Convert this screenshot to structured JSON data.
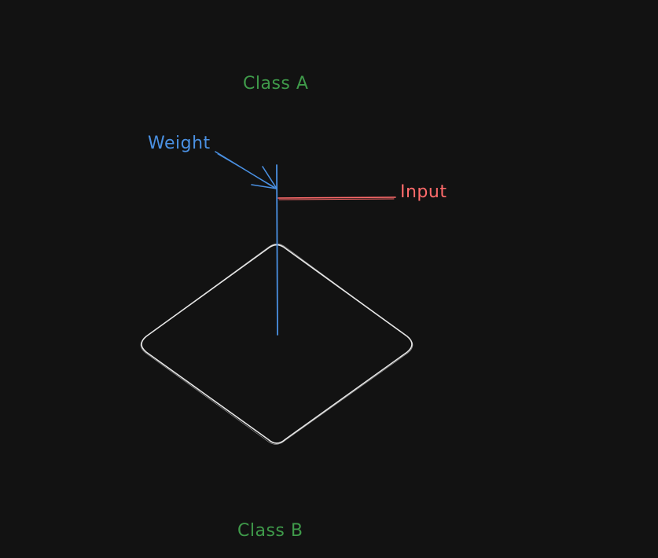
{
  "labels": {
    "class_a": "Class A",
    "class_b": "Class B",
    "weight": "Weight",
    "input": "Input"
  },
  "colors": {
    "background": "#121212",
    "class_labels": "#3f9a4a",
    "weight": "#4a90e2",
    "input": "#ff6b6b",
    "shape": "#e6e6e6"
  }
}
